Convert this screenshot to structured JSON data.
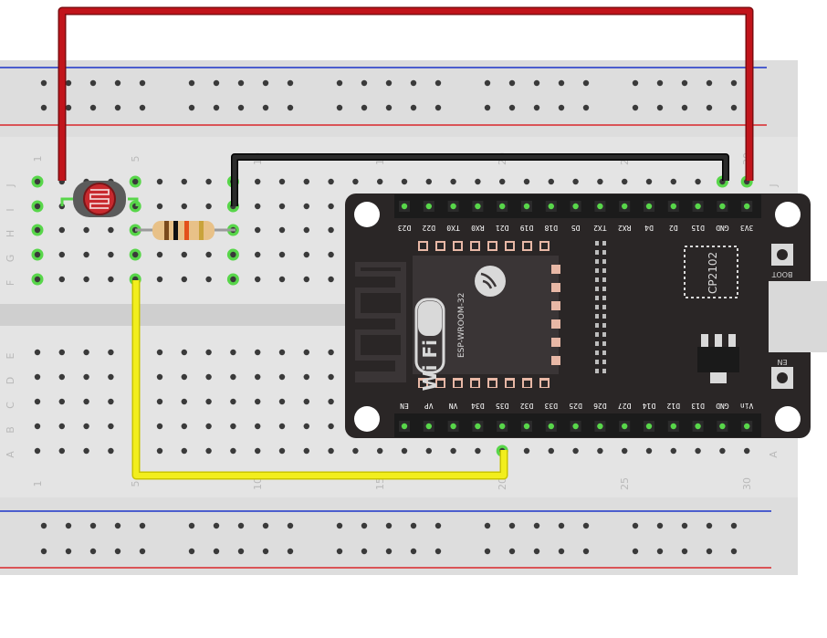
{
  "breadboard": {
    "row_letters_top": [
      "J",
      "I",
      "H",
      "G",
      "F"
    ],
    "row_letters_bottom": [
      "E",
      "D",
      "C",
      "B",
      "A"
    ],
    "col_numbers_top": [
      "1",
      "5",
      "10",
      "15",
      "20",
      "25",
      "30"
    ],
    "col_numbers_bottom": [
      "1",
      "5",
      "10",
      "15",
      "20",
      "25",
      "30"
    ]
  },
  "esp32": {
    "top_pins": [
      "D23",
      "D22",
      "TX0",
      "RX0",
      "D21",
      "D19",
      "D18",
      "D5",
      "TX2",
      "RX2",
      "D4",
      "D2",
      "D15",
      "GND",
      "3V3"
    ],
    "bottom_pins": [
      "EN",
      "VP",
      "VN",
      "D34",
      "D35",
      "D32",
      "D33",
      "D25",
      "D26",
      "D27",
      "D14",
      "D12",
      "D13",
      "GND",
      "Vin"
    ],
    "module_label": "ESP-WROOM-32",
    "wifi_label": "Wi Fi",
    "chip_label": "CP2102",
    "boot_label": "BOOT",
    "en_label": "EN"
  },
  "colors": {
    "wire_power": "#c1141b",
    "wire_ground": "#1a1a1a",
    "wire_signal": "#f2ee1d",
    "board": "#2a2626",
    "breadboard": "#dddddd",
    "rail_red": "#d9262b",
    "rail_blue": "#1c35c8",
    "hole_active": "#58d64a"
  },
  "components": {
    "ldr": "photoresistor-icon",
    "resistor": "resistor-icon"
  }
}
